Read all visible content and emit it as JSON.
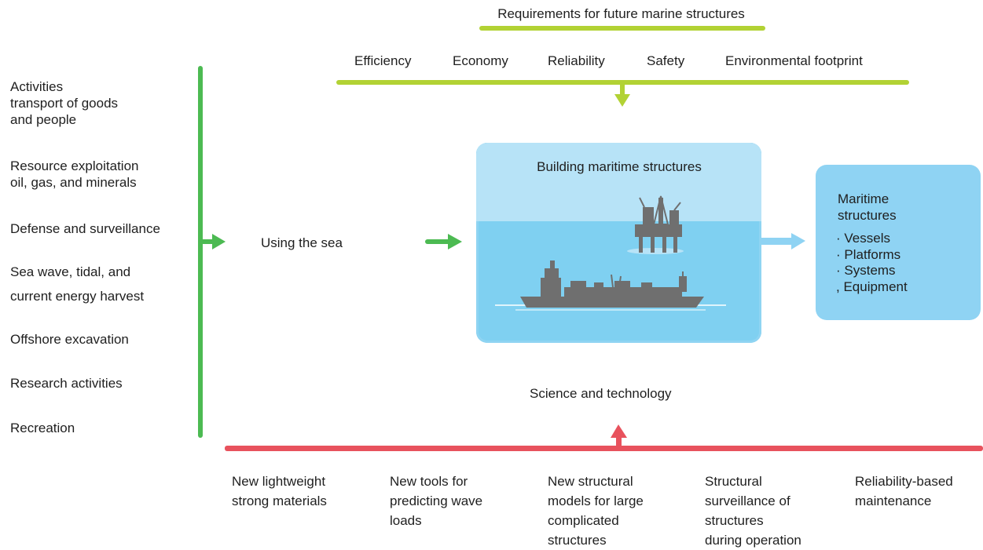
{
  "header": {
    "title": "Requirements for future marine structures",
    "requirements": [
      "Efficiency",
      "Economy",
      "Reliability",
      "Safety",
      "Environmental footprint"
    ]
  },
  "activities": [
    "Activities\ntransport of goods\nand people",
    "Resource exploitation\noil, gas, and minerals",
    "Defense and surveillance",
    "Sea wave, tidal, and",
    "current energy harvest",
    "Offshore excavation",
    "Research activities",
    "Recreation"
  ],
  "center": {
    "using_sea": "Using the sea",
    "building_title": "Building maritime structures",
    "science_label": "Science and technology"
  },
  "output": {
    "title": "Maritime\nstructures",
    "items": [
      "· Vessels",
      "· Platforms",
      "· Systems",
      ", Equipment"
    ]
  },
  "science_items": [
    "New lightweight\nstrong materials",
    "New tools for\npredicting wave\nloads",
    "New structural\nmodels for large\ncomplicated\nstructures",
    "Structural\nsurveillance of\nstructures\nduring operation",
    "Reliability-based\nmaintenance"
  ],
  "colors": {
    "requirements_bar": "#b2d234",
    "activities_bar": "#4cba52",
    "science_bar": "#e8525d",
    "output_arrow": "#8fd3f3",
    "box_water": "#7fd0f1",
    "box_sky": "#b7e3f7",
    "structures_gray": "#6f6f6f"
  }
}
